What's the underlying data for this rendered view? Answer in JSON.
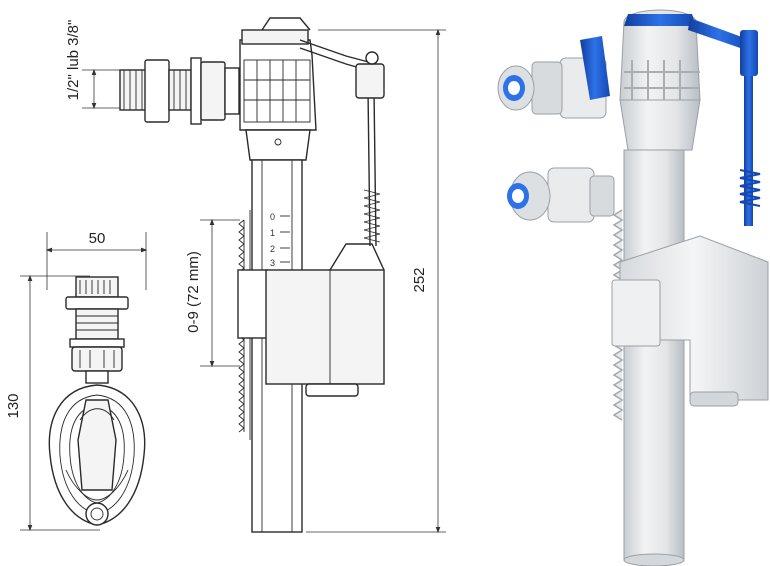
{
  "dimensions": {
    "connection": "1/2\" lub 3/8\"",
    "width": "50",
    "height_small": "130",
    "adjust_range": "0-9 (72 mm)",
    "height_total": "252"
  },
  "scale_marks": [
    "0",
    "1",
    "2",
    "3"
  ],
  "colors": {
    "line": "#2a2a2a",
    "accent_blue": "#1f5fd6",
    "body_gray": "#e6e8ea",
    "shade_gray": "#c9cdd1"
  }
}
